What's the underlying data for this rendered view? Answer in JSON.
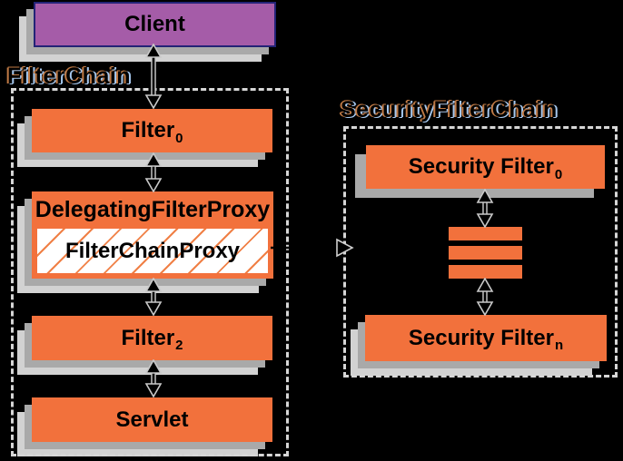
{
  "diagram": {
    "client": {
      "label": "Client"
    },
    "filterchain": {
      "label": "FilterChain",
      "filter0": {
        "label": "Filter",
        "sub": "0"
      },
      "delegating_filter_proxy": {
        "label": "DelegatingFilterProxy"
      },
      "filter_chain_proxy": {
        "label": "FilterChainProxy"
      },
      "filter2": {
        "label": "Filter",
        "sub": "2"
      },
      "servlet": {
        "label": "Servlet"
      }
    },
    "security_filterchain": {
      "label": "SecurityFilterChain",
      "security_filter_0": {
        "label": "Security Filter",
        "sub": "0"
      },
      "security_filter_n": {
        "label": "Security Filter",
        "sub": "n"
      },
      "ellipsis_bar_count": 3
    },
    "colors": {
      "background": "#000000",
      "box_orange": "#F2713C",
      "hatch_orange": "#F08046",
      "client_purple": "#A55CA8",
      "client_border": "#232377",
      "shadow_dark": "#A9A9A9",
      "shadow_light": "#D2D2D2",
      "dash_border": "#D6D6D6"
    }
  }
}
